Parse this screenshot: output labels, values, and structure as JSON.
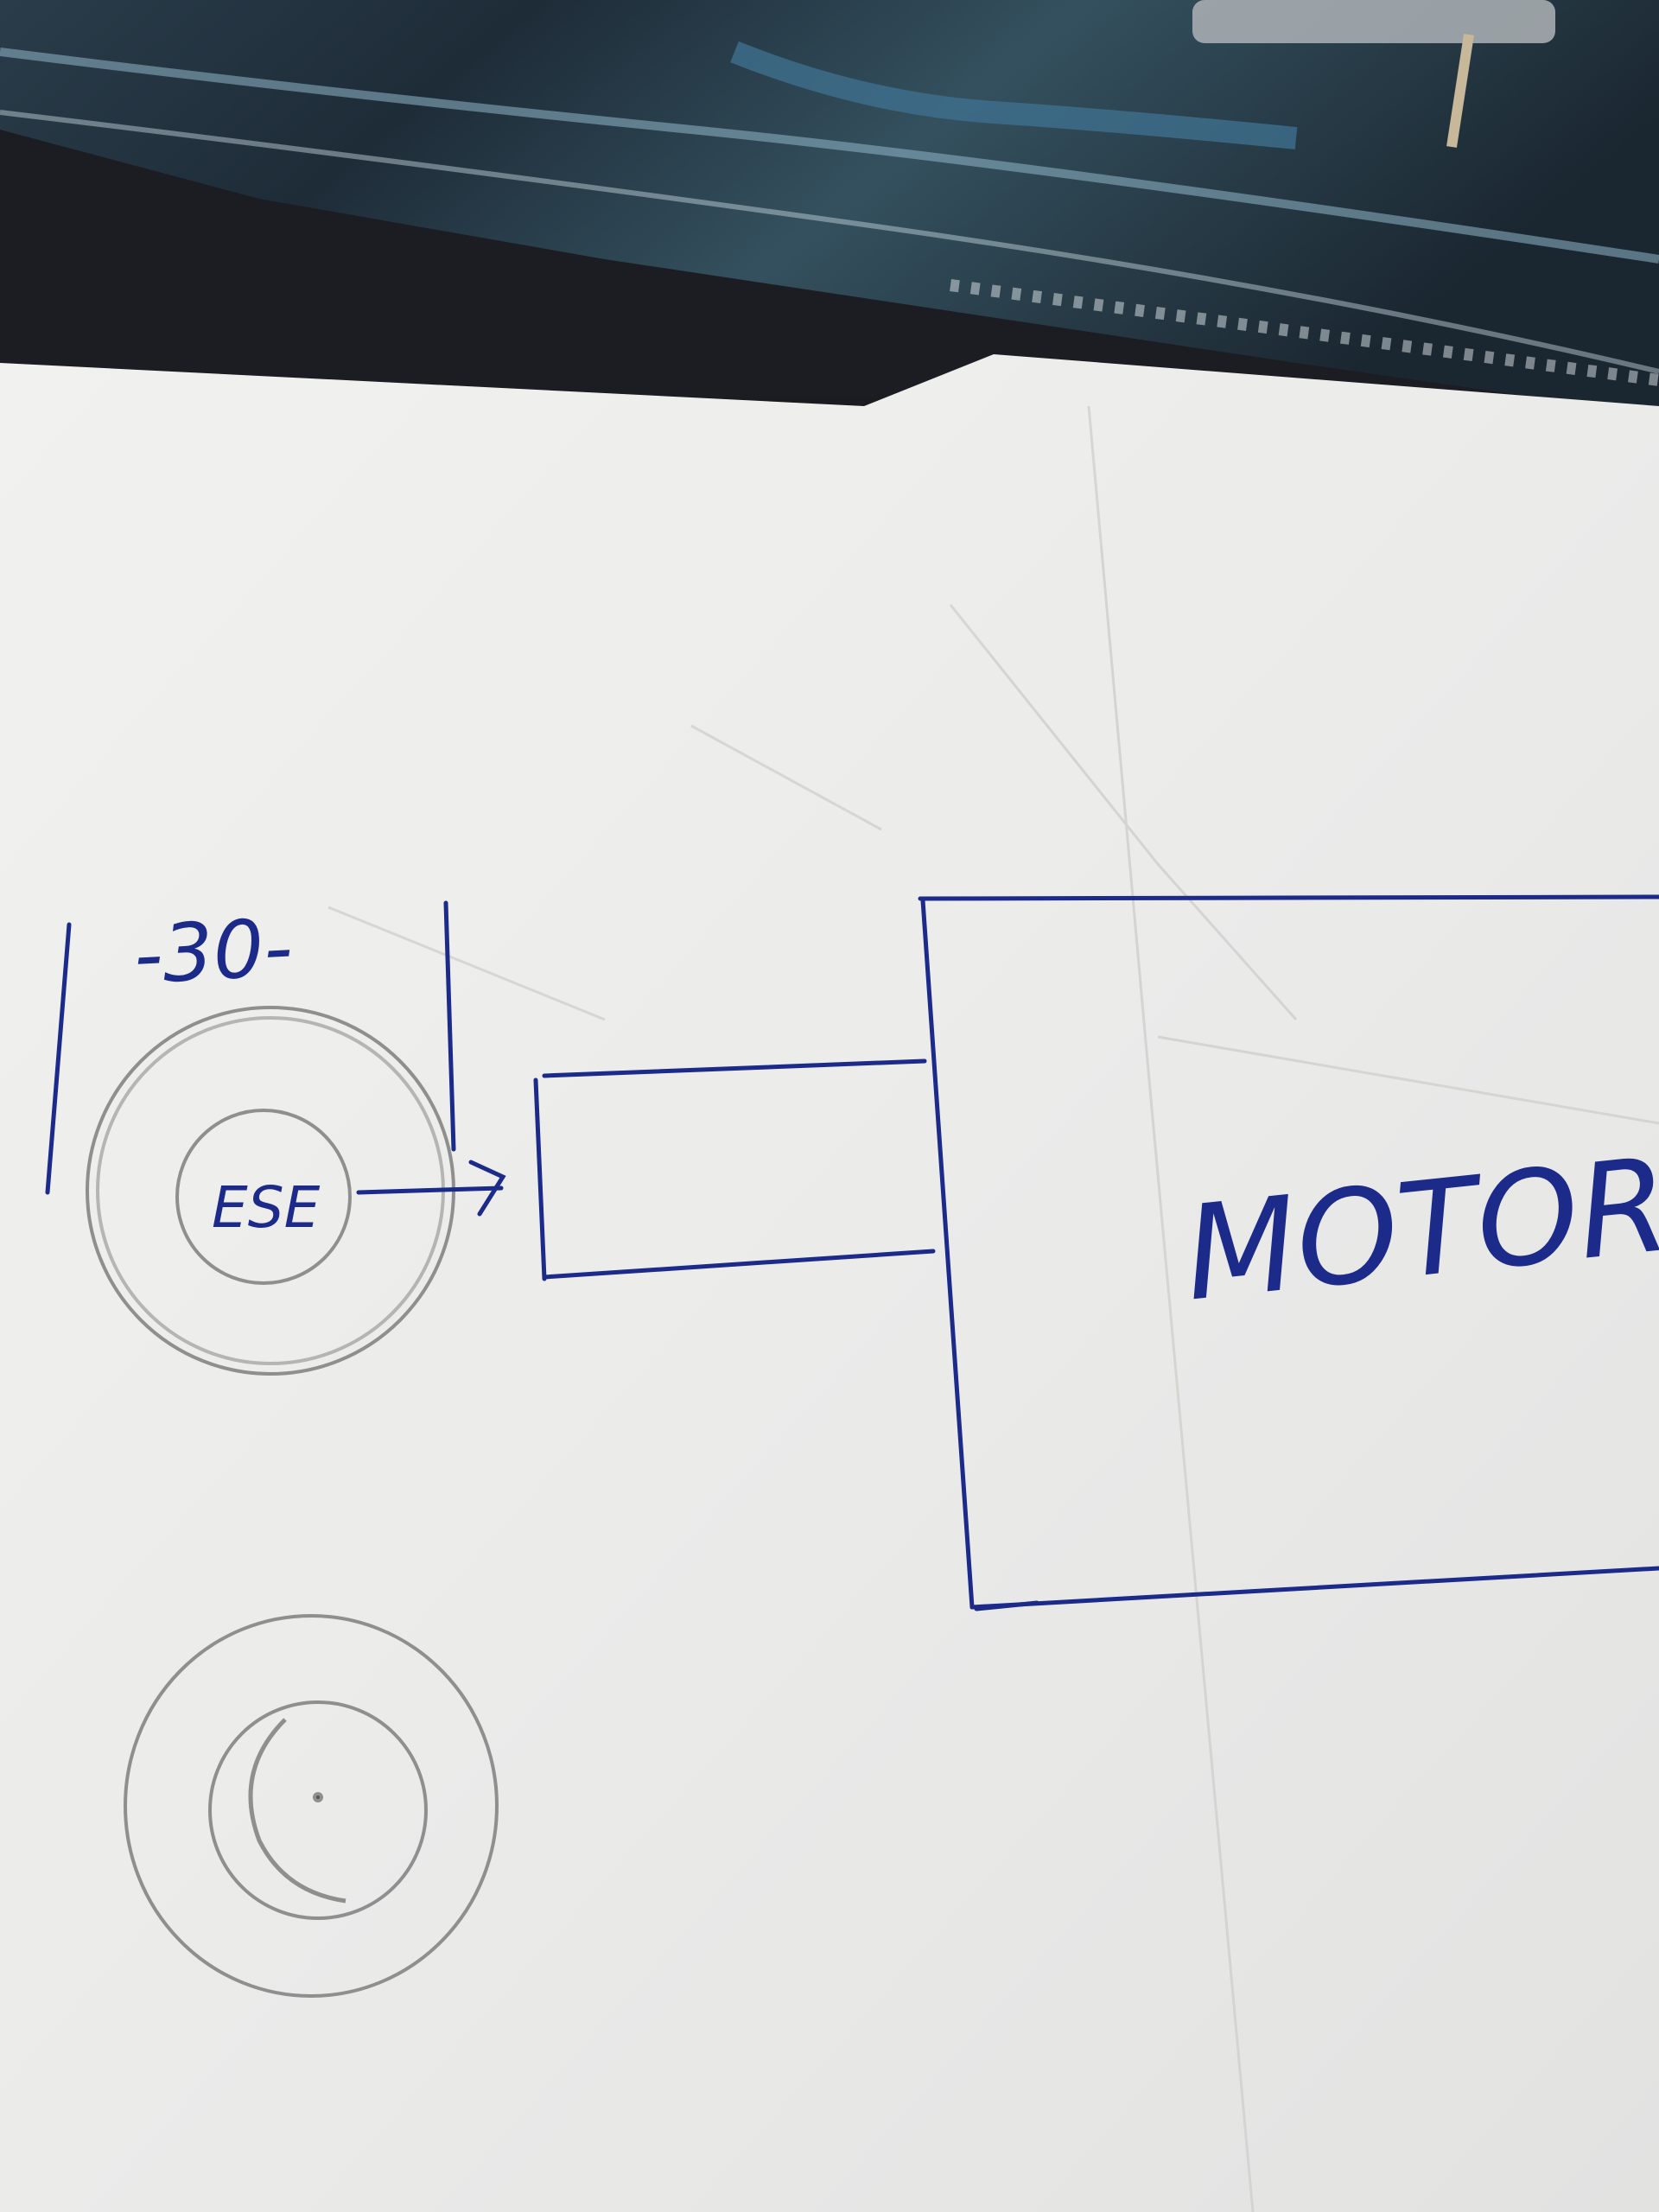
{
  "sketch": {
    "dimension_label": "-30-",
    "shaft_label": "ESE",
    "motor_label": "MOTOR"
  },
  "colors": {
    "ink": "#1c2a8a",
    "pencil": "#8f8f8f",
    "paper": "#eeeeec",
    "background": "#1a1c20"
  }
}
